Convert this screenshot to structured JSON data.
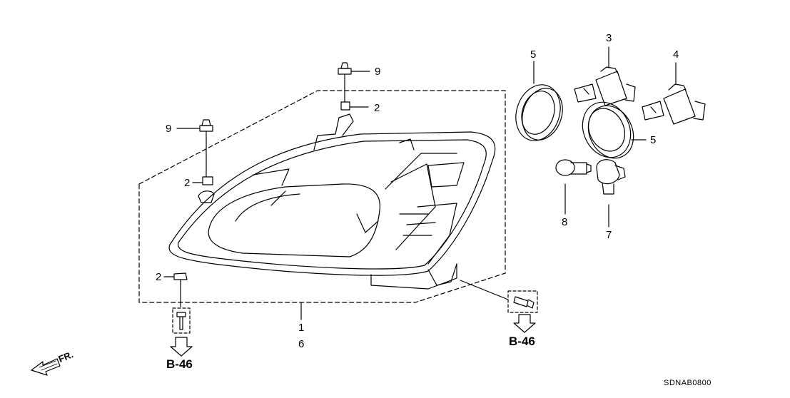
{
  "diagram": {
    "callouts": {
      "c1": "1",
      "c2_top": "2",
      "c2_left": "2",
      "c2_bottom": "2",
      "c3": "3",
      "c4": "4",
      "c5_top": "5",
      "c5_right": "5",
      "c6": "6",
      "c7": "7",
      "c8": "8",
      "c9_top": "9",
      "c9_left": "9"
    },
    "refs": {
      "left": "B-46",
      "right": "B-46"
    },
    "direction_label": "FR.",
    "diagram_code": "SDNAB0800"
  }
}
